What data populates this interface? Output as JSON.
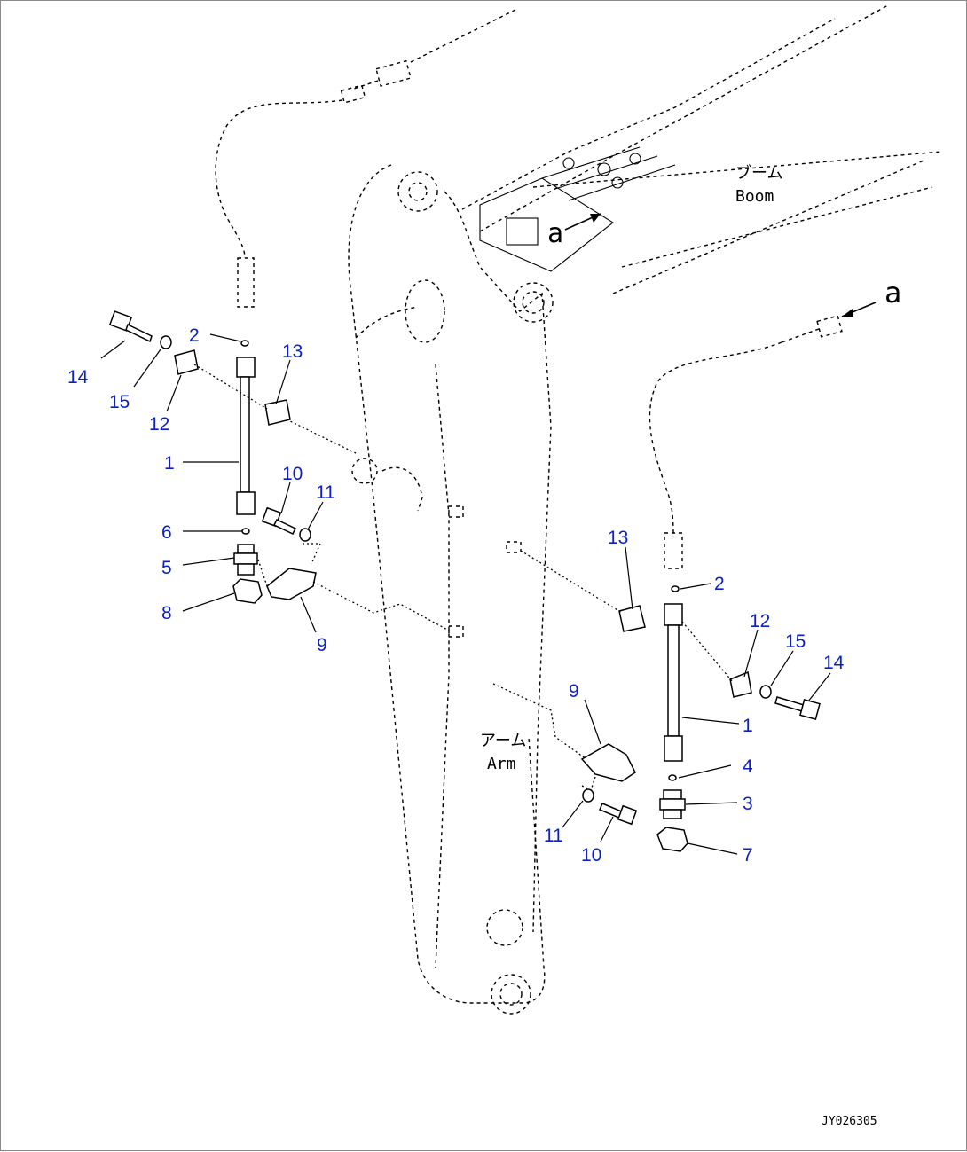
{
  "labels": {
    "boom_jp": "ブーム",
    "boom_en": "Boom",
    "arm_jp": "アーム",
    "arm_en": "Arm",
    "detail_a": "a",
    "detail_a_ref": "a",
    "figure_id": "JY026305"
  },
  "callouts": {
    "left": [
      "14",
      "15",
      "12",
      "2",
      "13",
      "1",
      "10",
      "11",
      "6",
      "5",
      "8",
      "9"
    ],
    "right": [
      "13",
      "2",
      "12",
      "15",
      "14",
      "1",
      "9",
      "4",
      "3",
      "11",
      "10",
      "7"
    ]
  },
  "colors": {
    "callout": "#0b1fc8",
    "line": "#000000",
    "frame": "#8a8a8a"
  }
}
